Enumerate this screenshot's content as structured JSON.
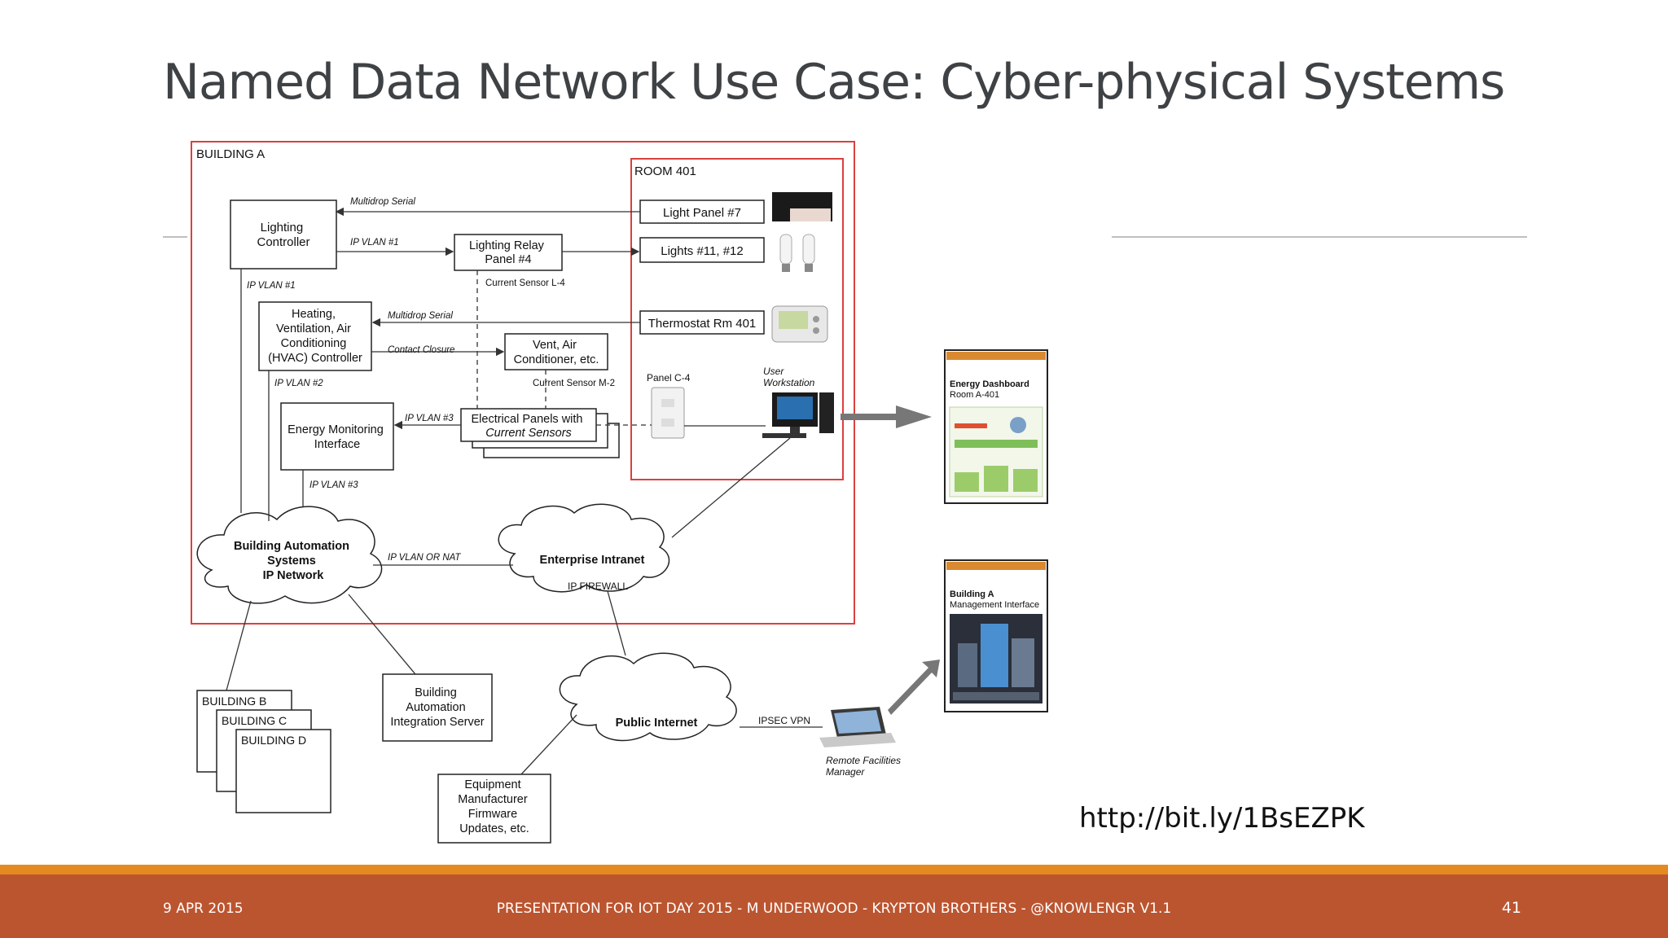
{
  "title": "Named Data Network Use Case: Cyber-physical Systems",
  "diagram": {
    "building_a": "BUILDING A",
    "room_401": "ROOM 401",
    "lighting_controller": [
      "Lighting",
      "Controller"
    ],
    "lighting_relay": [
      "Lighting Relay",
      "Panel #4"
    ],
    "light_panel": "Light Panel #7",
    "lights": "Lights #11, #12",
    "thermostat": "Thermostat Rm 401",
    "hvac_controller": [
      "Heating,",
      "Ventilation, Air",
      "Conditioning",
      "(HVAC) Controller"
    ],
    "vent": [
      "Vent, Air",
      "Conditioner, etc."
    ],
    "energy_monitoring": [
      "Energy Monitoring",
      "Interface"
    ],
    "electrical_panels": [
      "Electrical Panels with",
      "Current Sensors"
    ],
    "panel_c4": "Panel C-4",
    "user_workstation": [
      "User",
      "Workstation"
    ],
    "bas_network": [
      "Building Automation",
      "Systems",
      "IP Network"
    ],
    "enterprise_intranet": "Enterprise Intranet",
    "ip_firewall": "IP FIREWALL",
    "public_internet": "Public Internet",
    "building_b": "BUILDING B",
    "building_c": "BUILDING C",
    "building_d": "BUILDING D",
    "integration_server": [
      "Building",
      "Automation",
      "Integration Server"
    ],
    "equipment_mfr": [
      "Equipment",
      "Manufacturer",
      "Firmware",
      "Updates, etc."
    ],
    "remote_manager": [
      "Remote Facilities",
      "Manager"
    ],
    "ipsec_vpn": "IPSEC VPN",
    "multidrop_serial_1": "Multidrop Serial",
    "ip_vlan_1a": "IP VLAN #1",
    "ip_vlan_1b": "IP VLAN #1",
    "current_sensor_l4": "Current Sensor L-4",
    "multidrop_serial_2": "Multidrop Serial",
    "contact_closure": "Contact Closure",
    "ip_vlan_2": "IP VLAN #2",
    "current_sensor_m2": "Current Sensor  M-2",
    "ip_vlan_3a": "IP VLAN #3",
    "ip_vlan_3b": "IP VLAN #3",
    "ip_vlan_or_nat": "IP VLAN OR NAT",
    "energy_dashboard": [
      "Energy Dashboard",
      "Room A-401"
    ],
    "building_a_mgmt": [
      "Building A",
      "Management Interface"
    ]
  },
  "url": "http://bit.ly/1BsEZPK",
  "footer": {
    "date": "9 APR 2015",
    "center": "PRESENTATION FOR IOT DAY 2015 - M UNDERWOOD - KRYPTON BROTHERS - @KNOWLENGR V1.1",
    "page": "41"
  },
  "colors": {
    "accent_orange": "#e58a20",
    "footer_rust": "#bb5530",
    "building_border": "#d9413f"
  }
}
